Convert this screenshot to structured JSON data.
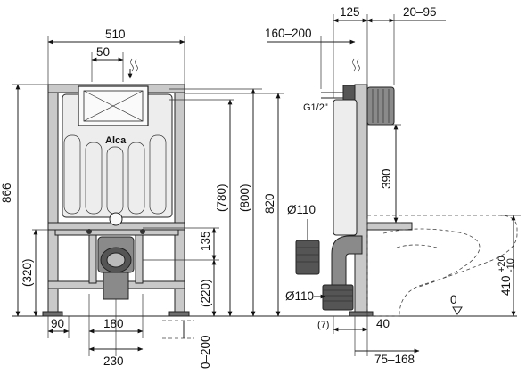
{
  "front_view": {
    "overall_width": "510",
    "inlet_offset": "50",
    "overall_height": "866",
    "frame_height_780": "(780)",
    "frame_height_800": "(800)",
    "frame_height_820": "820",
    "drain_height": "135",
    "pipe_height_320": "(320)",
    "pipe_height_220": "(220)",
    "foot_90": "90",
    "drain_180": "180",
    "width_230": "230",
    "foot_adjust": "0–200",
    "brand_logo_text": "Alca"
  },
  "side_view": {
    "depth_125": "125",
    "range_20_95": "20–95",
    "range_160_200": "160–200",
    "thread": "G1/2\"",
    "height_390": "390",
    "diameter_110_top": "Ø110",
    "diameter_110_bottom": "Ø110",
    "gap_7": "(7)",
    "depth_40": "40",
    "range_75_168": "75–168",
    "zero_level": "0",
    "wc_height": "410",
    "wc_tol_plus": "+20",
    "wc_tol_minus": "-10"
  }
}
